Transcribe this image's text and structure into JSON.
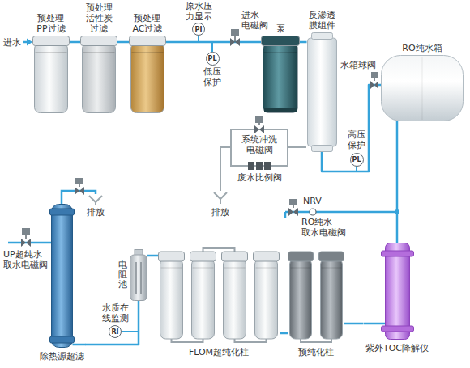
{
  "diagram": {
    "nodes": [
      {
        "text": [
          "预处理 PP过滤"
        ]
      },
      {
        "text": [
          "预处理 活性炭 过滤"
        ]
      },
      {
        "text": [
          "预处理 AC过滤"
        ]
      },
      {
        "text": [
          "PI"
        ]
      },
      {
        "text": [
          "PL"
        ]
      },
      {
        "text": [
          "泵"
        ]
      },
      {
        "text": [
          "反渗透 膜组件"
        ]
      },
      {
        "text": [
          "RO纯水箱"
        ]
      },
      {
        "text": [
          "PL"
        ]
      },
      {
        "text": [
          "紫外TOC降解仪"
        ]
      },
      {
        "text": [
          "预纯化柱"
        ]
      },
      {
        "text": [
          "FLOM超纯化柱"
        ]
      },
      {
        "text": [
          "电阻池"
        ]
      },
      {
        "text": [
          "RI"
        ]
      },
      {
        "text": [
          "除热源超滤"
        ]
      }
    ],
    "edges": [
      {
        "from": 0,
        "to": 1,
        "arrow": "none"
      },
      {
        "from": 1,
        "to": 2,
        "arrow": "none"
      },
      {
        "from": 2,
        "to": 5,
        "arrow": "none"
      },
      {
        "from": 5,
        "to": 6,
        "arrow": "none"
      },
      {
        "from": 6,
        "to": 7,
        "arrow": "none"
      },
      {
        "from": 7,
        "to": 9,
        "arrow": "none"
      },
      {
        "from": 9,
        "to": 10,
        "arrow": "none"
      },
      {
        "from": 10,
        "to": 11,
        "arrow": "none"
      },
      {
        "from": 11,
        "to": 12,
        "arrow": "none"
      },
      {
        "from": 12,
        "to": 14,
        "arrow": "none"
      }
    ],
    "labels": [
      "进水",
      "原水压 力显示",
      "进水 电磁阀",
      "低压 保护",
      "水箱球阀",
      "系统冲洗 电磁阀",
      "废水比例阀",
      "高压 保护",
      "排放",
      "NRV",
      "RO纯水 取水电磁阀",
      "排放",
      "UP超纯水 取水电磁阀",
      "水质在 线监测"
    ]
  }
}
